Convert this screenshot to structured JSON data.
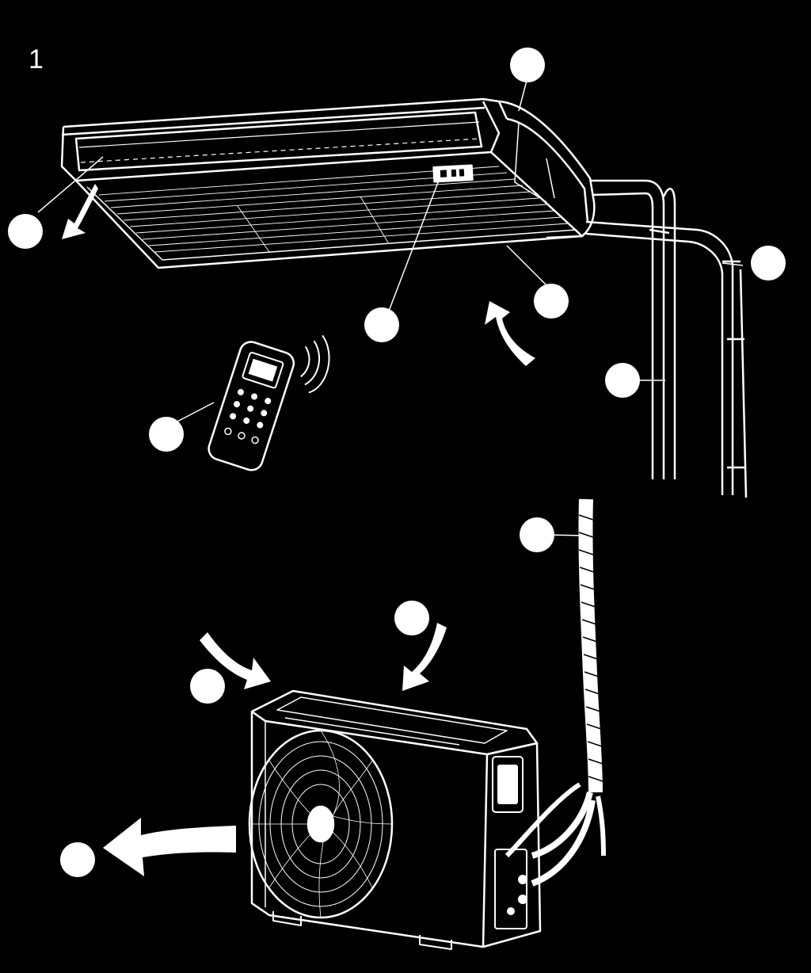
{
  "figure": {
    "number": "1"
  },
  "colors": {
    "background": "#000000",
    "lines": "#ffffff",
    "callout_fill": "#ffffff"
  },
  "components": [
    {
      "id": "indoor-unit",
      "icon": "ceiling-ac-unit-icon"
    },
    {
      "id": "display-panel",
      "icon": "display-panel-icon"
    },
    {
      "id": "remote-controller",
      "icon": "remote-control-icon"
    },
    {
      "id": "connecting-pipes",
      "icon": "pipe-icon"
    },
    {
      "id": "drain-hose",
      "icon": "hose-icon"
    },
    {
      "id": "wrapping-tape",
      "icon": "tape-wrap-icon"
    },
    {
      "id": "outdoor-unit",
      "icon": "outdoor-ac-unit-icon"
    },
    {
      "id": "airflow-arrows",
      "icon": "airflow-arrow-icon"
    }
  ],
  "callout_count": 11
}
